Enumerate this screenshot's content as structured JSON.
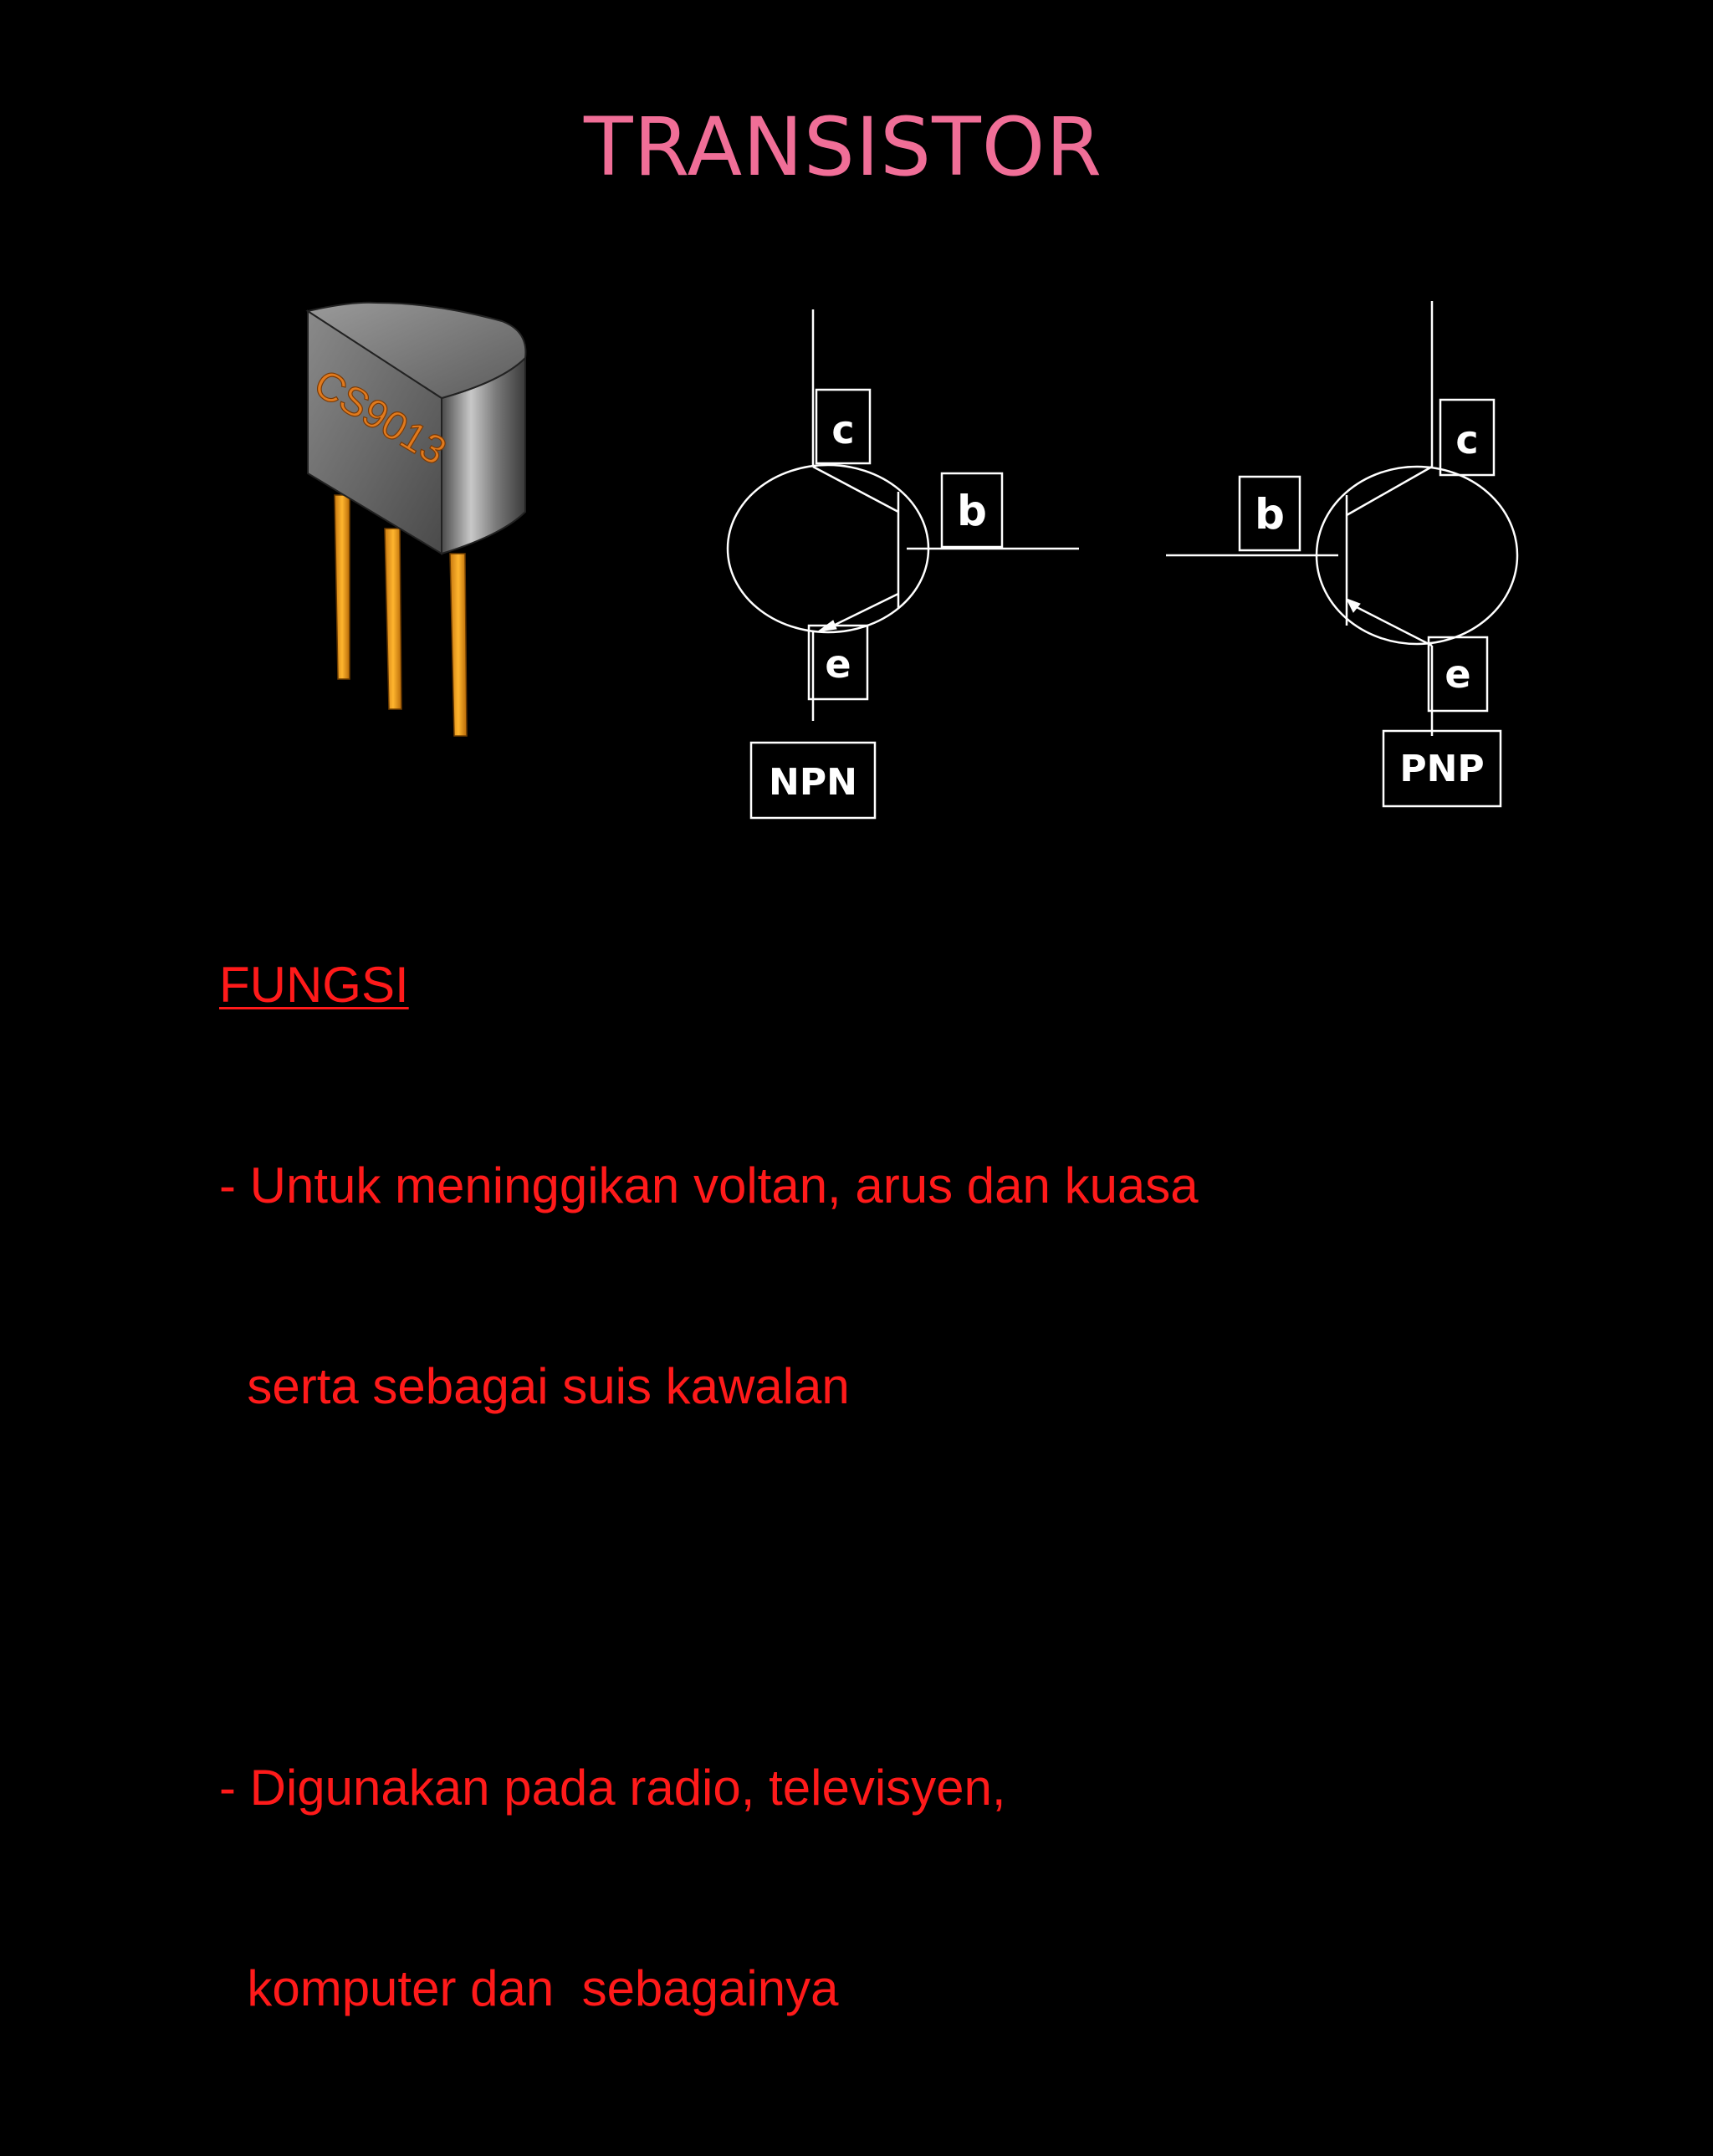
{
  "title": "TRANSISTOR",
  "package": {
    "marking": "CS9013",
    "body_color": "#6b6b6b",
    "lead_color": "#f5a020"
  },
  "npn": {
    "type_label": "NPN",
    "collector_label": "c",
    "base_label": "b",
    "emitter_label": "e"
  },
  "pnp": {
    "type_label": "PNP",
    "collector_label": "c",
    "base_label": "b",
    "emitter_label": "e"
  },
  "fungsi": {
    "heading": "FUNGSI",
    "item1_line1": "- Untuk meninggikan voltan, arus dan kuasa",
    "item1_line2": "  serta sebagai suis kawalan",
    "item2_line1": "- Digunakan pada radio, televisyen,",
    "item2_line2": "  komputer dan  sebagainya"
  },
  "colors": {
    "background": "#000000",
    "title": "#f06e97",
    "body_text": "#ff1a1a",
    "diagram_lines": "#ffffff"
  }
}
